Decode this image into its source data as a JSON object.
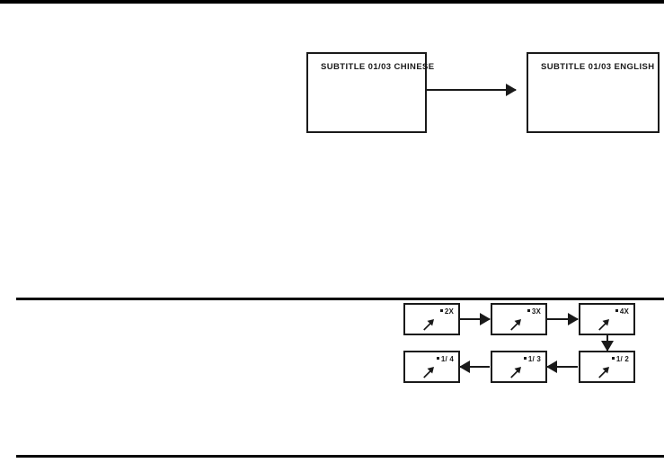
{
  "document": {
    "sections": [
      {
        "id": "subtitle-flow",
        "name": "subtitle-language-flow"
      },
      {
        "id": "zoom-flow",
        "name": "zoom-magnification-flow"
      }
    ]
  },
  "subtitle_flow": {
    "boxes": [
      {
        "id": "chinese",
        "label": "SUBTITLE 01/03 CHINESE"
      },
      {
        "id": "english",
        "label": "SUBTITLE 01/03 ENGLISH"
      }
    ],
    "arrow_direction": "right"
  },
  "zoom_flow": {
    "icon_name": "zoom-arrow-icon",
    "row_one": [
      {
        "id": "2x",
        "label": "2X"
      },
      {
        "id": "3x",
        "label": "3X"
      },
      {
        "id": "4x",
        "label": "4X"
      }
    ],
    "row_two": [
      {
        "id": "1-2",
        "label": "1/ 2"
      },
      {
        "id": "1-3",
        "label": "1/ 3"
      },
      {
        "id": "1-4",
        "label": "1/ 4"
      }
    ]
  },
  "colors": {
    "ink": "#1a1a1a",
    "page": "#ffffff",
    "rule": "#000000"
  }
}
